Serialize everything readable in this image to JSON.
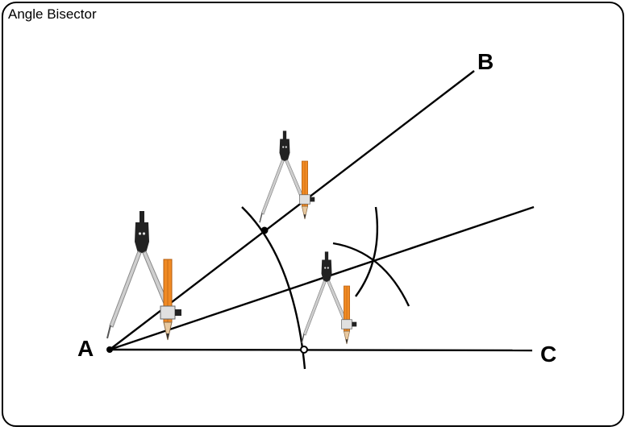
{
  "title": "Angle Bisector",
  "points": {
    "A": "A",
    "B": "B",
    "C": "C"
  },
  "colors": {
    "line": "#000000",
    "pencil": "#f08a24",
    "compass_metal": "#c8c8c8",
    "compass_head": "#222222"
  },
  "icons": [
    "compass-icon",
    "pencil-icon"
  ]
}
